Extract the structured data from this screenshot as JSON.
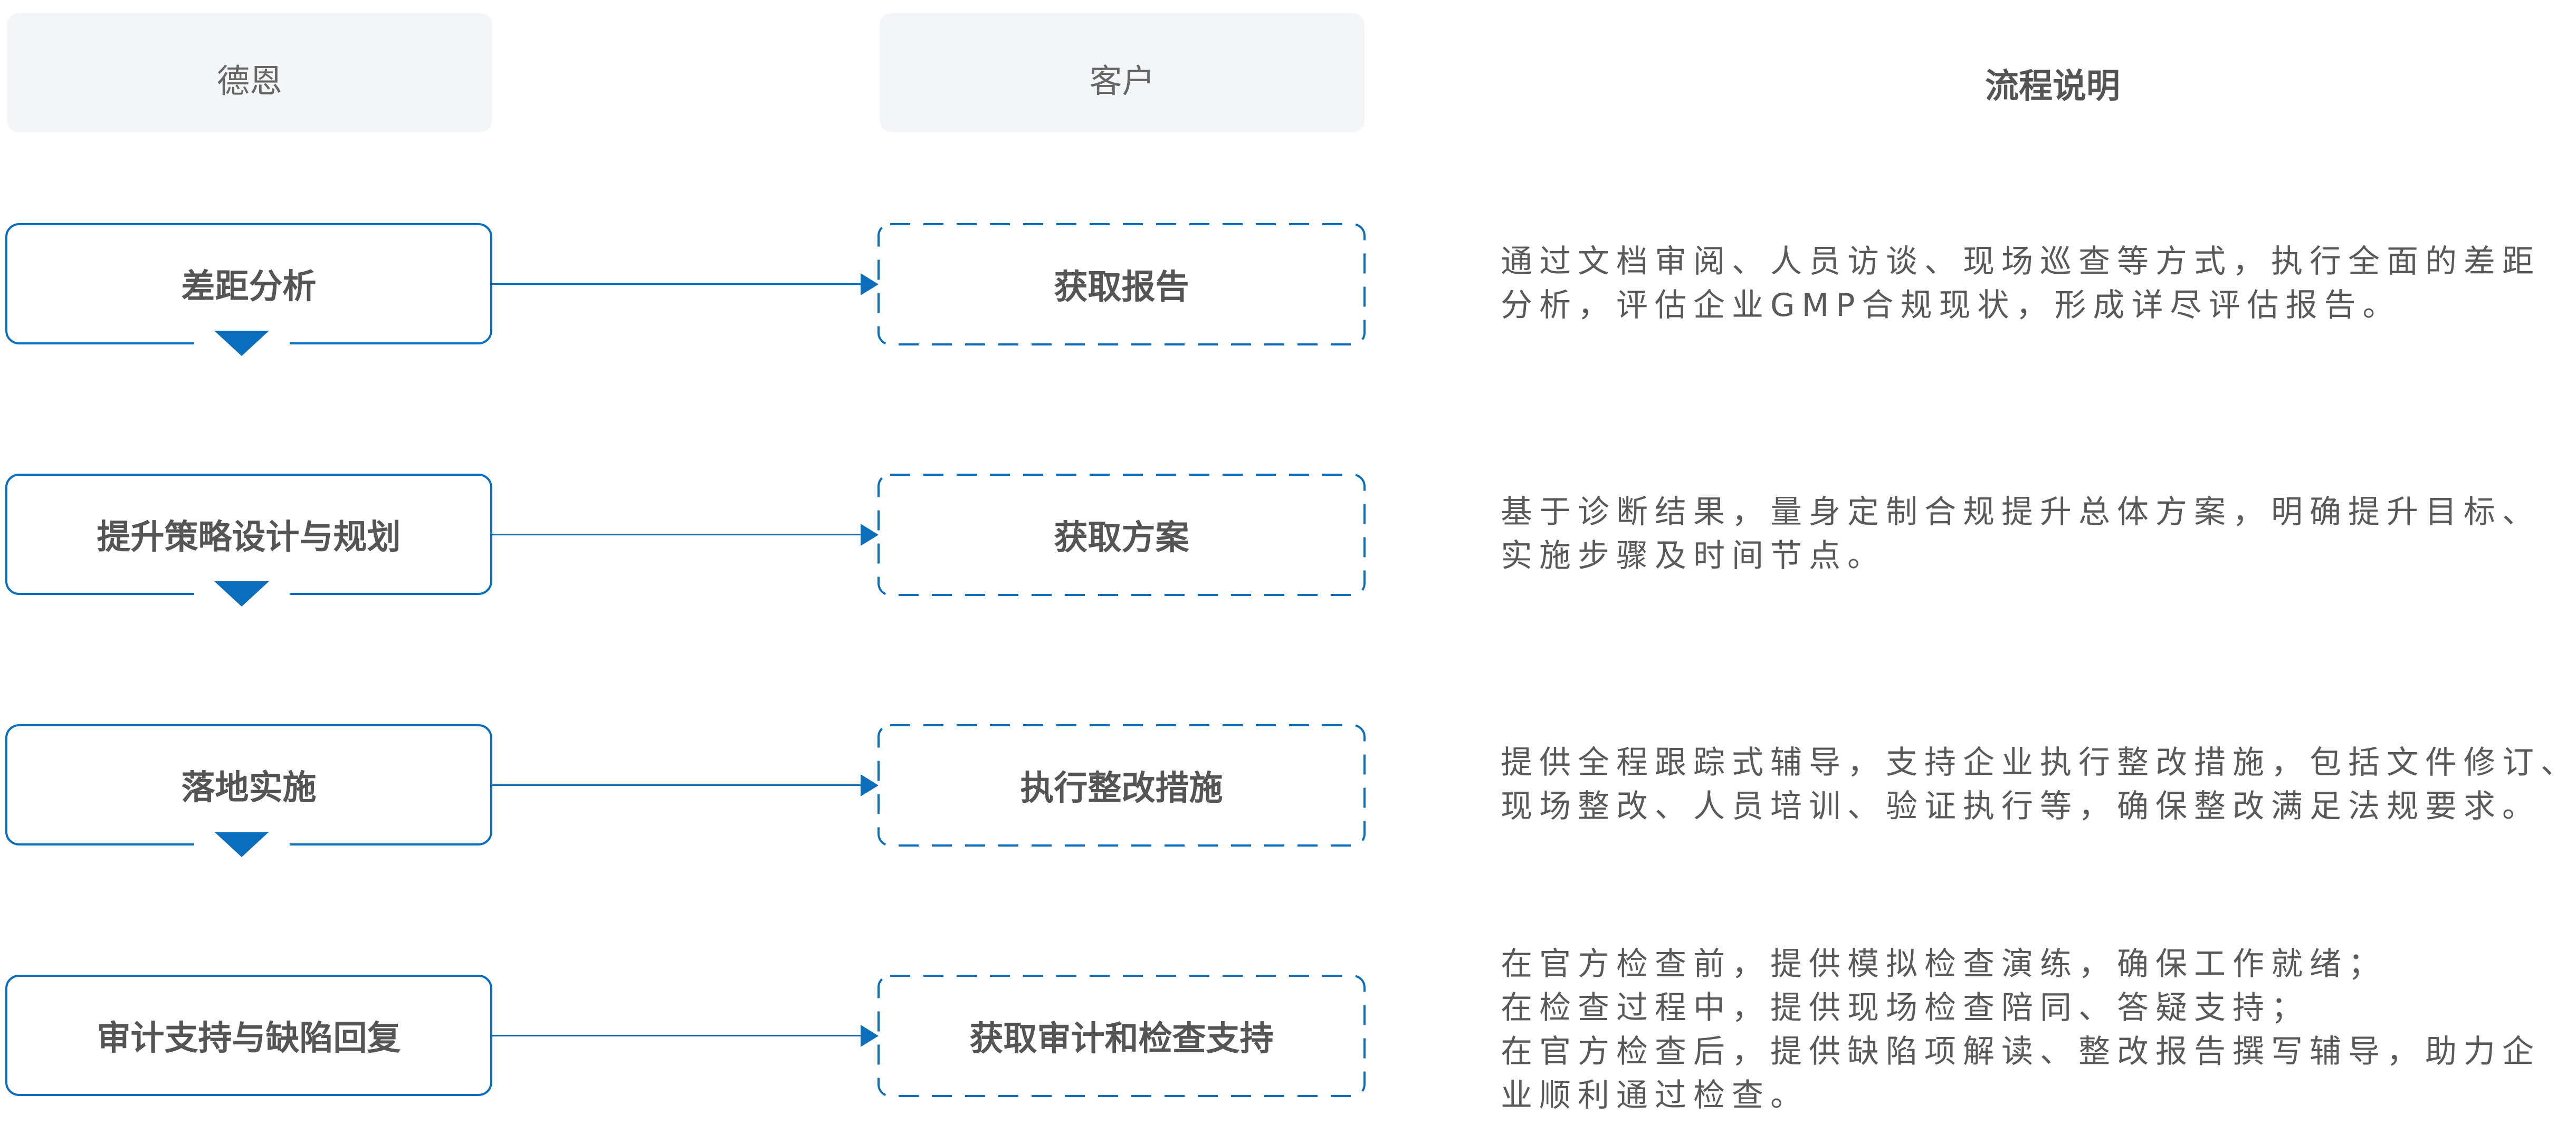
{
  "columns": {
    "deen": "德恩",
    "client": "客户",
    "description": "流程说明"
  },
  "steps": [
    {
      "deen_step": "差距分析",
      "client_result": "获取报告",
      "description_lines": [
        "通过文档审阅、人员访谈、现场巡查等方式，执行全面的差距",
        "分析，评估企业GMP合规现状，形成详尽评估报告。"
      ]
    },
    {
      "deen_step": "提升策略设计与规划",
      "client_result": "获取方案",
      "description_lines": [
        "基于诊断结果，量身定制合规提升总体方案，明确提升目标、",
        "实施步骤及时间节点。"
      ]
    },
    {
      "deen_step": "落地实施",
      "client_result": "执行整改措施",
      "description_lines": [
        "提供全程跟踪式辅导，支持企业执行整改措施，包括文件修订、",
        "现场整改、人员培训、验证执行等，确保整改满足法规要求。"
      ]
    },
    {
      "deen_step": "审计支持与缺陷回复",
      "client_result": "获取审计和检查支持",
      "description_lines": [
        "在官方检查前，提供模拟检查演练，确保工作就绪；",
        "在检查过程中，提供现场检查陪同、答疑支持；",
        "在官方检查后，提供缺陷项解读、整改报告撰写辅导，助力企",
        "业顺利通过检查。"
      ]
    }
  ],
  "icons": {
    "step_connector": "triangle-down",
    "flow_arrow": "arrow-right"
  },
  "colors": {
    "accent": "#0a6ebd",
    "header_bg": "#f2f6f9",
    "label": "#555555",
    "text": "#595959"
  }
}
